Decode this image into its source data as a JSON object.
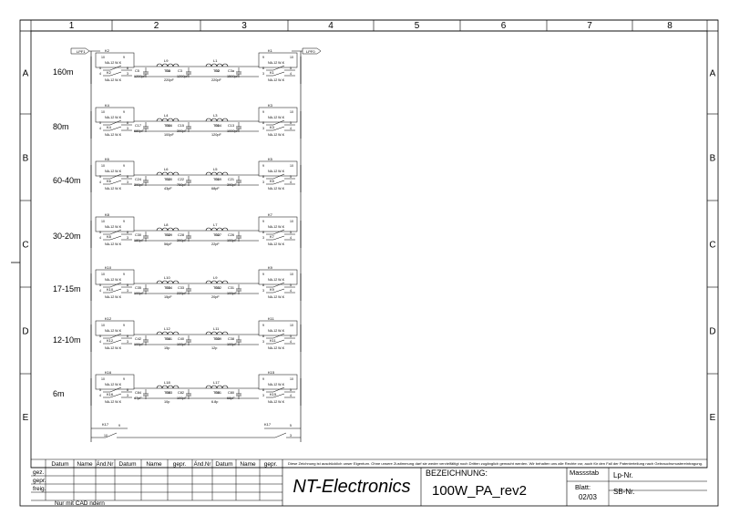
{
  "frame": {
    "col_numbers": [
      "1",
      "2",
      "3",
      "4",
      "5",
      "6",
      "7",
      "8"
    ],
    "row_letters": [
      "A",
      "B",
      "C",
      "D",
      "E"
    ]
  },
  "schematic": {
    "port_in": "LPF1",
    "port_out": "LPF0",
    "relay_type": "NA-12 W-K",
    "inductor_type": "T50",
    "bands": [
      {
        "label": "160m",
        "relays_left": [
          "K2",
          "K2"
        ],
        "relays_right": [
          "K1",
          "K1"
        ],
        "inductors": [
          "L9",
          "L1"
        ],
        "caps_top": [
          "C4",
          "C2"
        ],
        "caps_bottom": [
          "C5",
          "C3",
          "C3a",
          "C1"
        ],
        "values": [
          "1200pF",
          "220pF",
          "1200pF",
          "220pF",
          "1500pF",
          "1200pF"
        ]
      },
      {
        "label": "80m",
        "relays_left": [
          "K4",
          "K4"
        ],
        "relays_right": [
          "K3",
          "K3"
        ],
        "inductors": [
          "L4",
          "L3"
        ],
        "caps_top": [
          "C16",
          "C14"
        ],
        "caps_bottom": [
          "C17",
          "C15",
          "C13"
        ],
        "values": [
          "680pF",
          "100pF",
          "390pF",
          "120pF",
          "1000pF",
          "680pF"
        ]
      },
      {
        "label": "60-40m",
        "relays_left": [
          "K6",
          "K6"
        ],
        "relays_right": [
          "K5",
          "K5"
        ],
        "inductors": [
          "L6",
          "L5"
        ],
        "caps_top": [
          "C20",
          "C19"
        ],
        "caps_bottom": [
          "C24",
          "C22",
          "C21"
        ],
        "values": [
          "390pF",
          "43pF",
          "750pF",
          "68pF",
          "390pF"
        ]
      },
      {
        "label": "30-20m",
        "relays_left": [
          "K8",
          "K8"
        ],
        "relays_right": [
          "K7",
          "K7"
        ],
        "inductors": [
          "L8",
          "L7"
        ],
        "caps_top": [
          "C29",
          "C27"
        ],
        "caps_bottom": [
          "C30",
          "C28",
          "C26"
        ],
        "values": [
          "180pF",
          "56pF",
          "390pF",
          "22pF",
          "100pF"
        ]
      },
      {
        "label": "17-15m",
        "relays_left": [
          "K10",
          "K10"
        ],
        "relays_right": [
          "K9",
          "K9"
        ],
        "inductors": [
          "L10",
          "L9"
        ],
        "caps_top": [
          "C34",
          "C32"
        ],
        "caps_bottom": [
          "C35",
          "C33",
          "C31"
        ],
        "values": [
          "100pF",
          "15pF",
          "220pF",
          "20pF",
          "100pF"
        ]
      },
      {
        "label": "12-10m",
        "relays_left": [
          "K12",
          "K12"
        ],
        "relays_right": [
          "K11",
          "K11"
        ],
        "inductors": [
          "L12",
          "L11"
        ],
        "caps_top": [
          "C41",
          "C39"
        ],
        "caps_bottom": [
          "C42",
          "C40",
          "C38"
        ],
        "values": [
          "100pF",
          "15p",
          "100pF",
          "12p",
          "100pF"
        ]
      },
      {
        "label": "6m",
        "relays_left": [
          "K16",
          "K16"
        ],
        "relays_right": [
          "K15",
          "K15"
        ],
        "inductors": [
          "L18",
          "L17"
        ],
        "caps_top": [
          "C83",
          "C81"
        ],
        "caps_bottom": [
          "C84",
          "C82",
          "C80"
        ],
        "values": [
          "47pF",
          "10p",
          "100pF",
          "6.8p",
          "68pF"
        ]
      }
    ],
    "bypass": {
      "relay_left": "K17",
      "relay_right": "K17"
    }
  },
  "title_block": {
    "headers": [
      "Datum",
      "Name",
      "Änd.Nr",
      "Datum",
      "Name",
      "gepr.",
      "Änd.Nr",
      "Datum",
      "Name",
      "gepr."
    ],
    "row_labels": [
      "gez.",
      "gepr.",
      "freig."
    ],
    "cad_note": "Nur mit CAD ndern",
    "legal_note": "Diese Zeichnung ist ausdrücklich unser Eigentum. Ohne unsere Zustimmung darf sie weder vervielfältigt noch Dritten zugänglich gemacht werden. Wir behalten uns alle Rechte vor, auch für den Fall der Patenterteilung nach Gebrauchsmustereintragung.",
    "company": "NT-Electronics",
    "bezeichnung_label": "BEZEICHNUNG:",
    "drawing_title": "100W_PA_rev2",
    "massstab_label": "Massstab",
    "lp_nr_label": "Lp-Nr.",
    "blatt_label": "Blatt:",
    "blatt_value": "02/03",
    "sb_nr_label": "SB-Nr."
  }
}
